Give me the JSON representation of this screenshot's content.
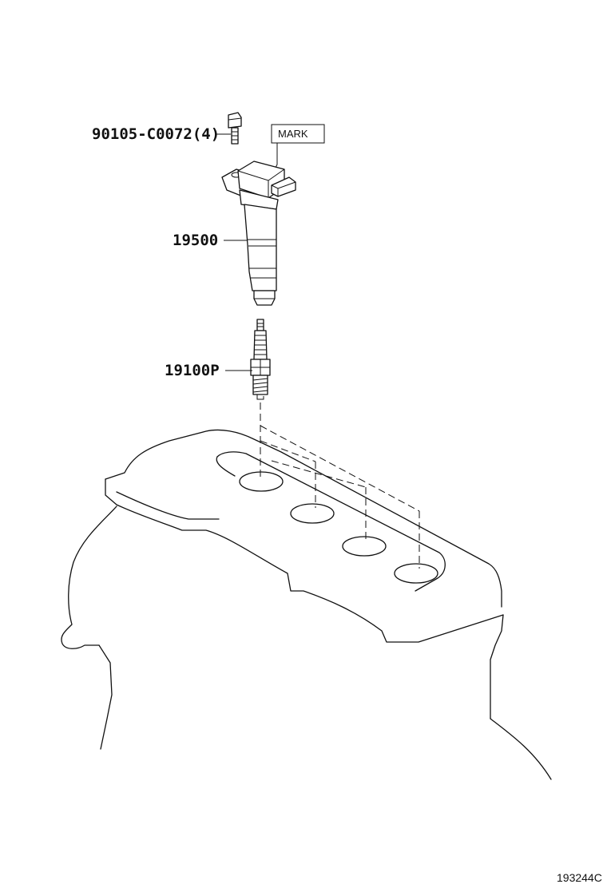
{
  "labels": {
    "bolt": "90105-C0072(4)",
    "mark": "MARK",
    "coil": "19500",
    "plug": "19100P"
  },
  "figure_code": "193244C",
  "colors": {
    "line": "#111111",
    "background": "#ffffff"
  },
  "icons": [
    "bolt-icon",
    "ignition-coil-icon",
    "spark-plug-icon",
    "cylinder-head-icon"
  ]
}
